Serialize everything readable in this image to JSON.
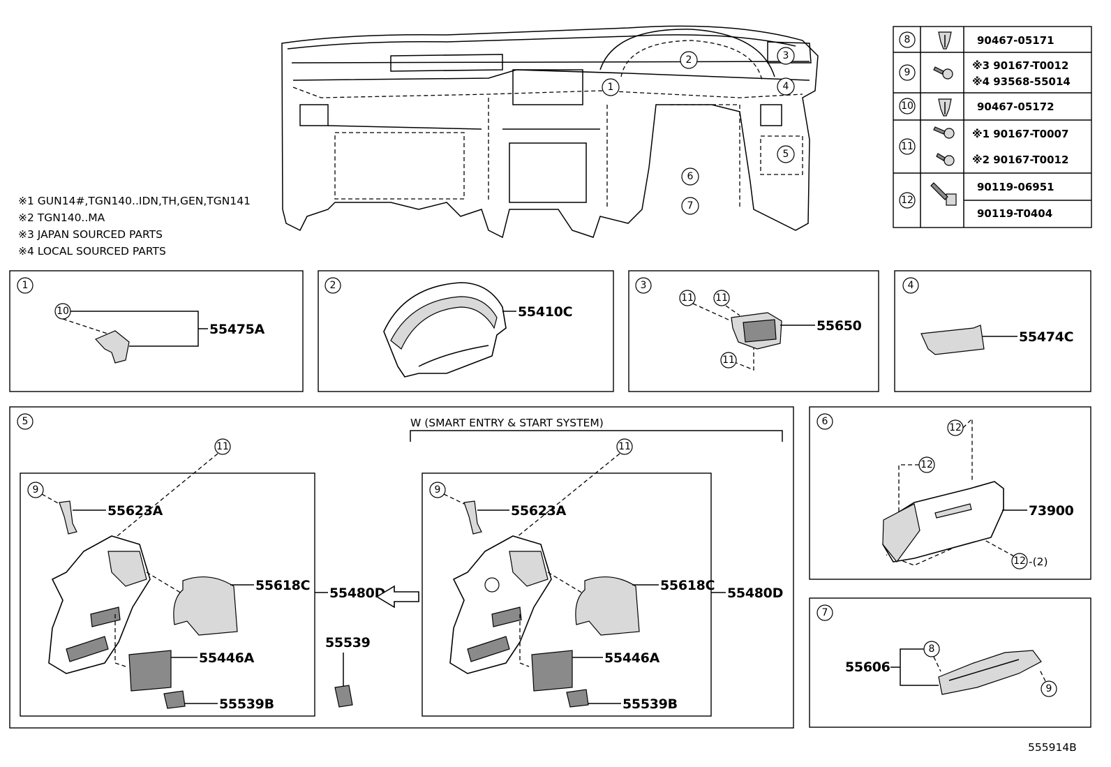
{
  "notes": [
    "※1 GUN14#,TGN140..IDN,TH,GEN,TGN141",
    "※2 TGN140..MA",
    "※3 JAPAN SOURCED PARTS",
    "※4 LOCAL SOURCED PARTS"
  ],
  "overview_callouts": [
    "1",
    "2",
    "3",
    "4",
    "5",
    "6",
    "7"
  ],
  "fastener_table": [
    {
      "ref": "8",
      "parts": [
        "90467-05171"
      ]
    },
    {
      "ref": "9",
      "parts": [
        "※3 90167-T0012",
        "※4 93568-55014"
      ]
    },
    {
      "ref": "10",
      "parts": [
        "90467-05172"
      ]
    },
    {
      "ref": "11",
      "parts": [
        "※1 90167-T0007",
        "※2 90167-T0012"
      ]
    },
    {
      "ref": "12",
      "parts": [
        "90119-06951",
        "90119-T0404"
      ]
    }
  ],
  "panels": {
    "p1": {
      "ref": "1",
      "callout": "10",
      "part": "55475A"
    },
    "p2": {
      "ref": "2",
      "part": "55410C"
    },
    "p3": {
      "ref": "3",
      "callouts": [
        "11",
        "11",
        "11"
      ],
      "part": "55650"
    },
    "p4": {
      "ref": "4",
      "part": "55474C"
    },
    "p5": {
      "ref": "5",
      "option_label": "W (SMART ENTRY & START SYSTEM)",
      "left": {
        "c9": "9",
        "c11": "11",
        "p1": "55623A",
        "p2": "55618C",
        "p3": "55446A",
        "p4": "55539B",
        "assy": "55480D"
      },
      "loose_part": "55539",
      "right": {
        "c9": "9",
        "c11": "11",
        "p1": "55623A",
        "p2": "55618C",
        "p3": "55446A",
        "p4": "55539B",
        "assy": "55480D"
      }
    },
    "p6": {
      "ref": "6",
      "c1": "12",
      "c2": "12",
      "c3": "12",
      "qty": "-(2)",
      "part": "73900"
    },
    "p7": {
      "ref": "7",
      "c1": "8",
      "c2": "9",
      "part": "55606"
    }
  },
  "diagram_id": "555914B"
}
